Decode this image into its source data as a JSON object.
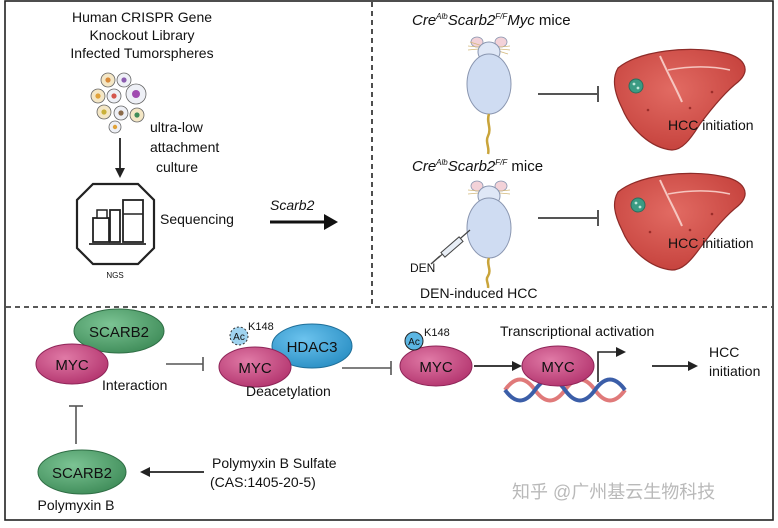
{
  "screening": {
    "title_lines": [
      "Human CRISPR Gene",
      "Knockout Library",
      "Infected Tumorspheres"
    ],
    "culture_lines": [
      "ultra-low",
      "attachment",
      "culture"
    ],
    "sequencing_label": "Sequencing",
    "ngs_label": "NGS",
    "hit_gene": "Scarb2"
  },
  "mouse_models": {
    "model1": {
      "cre": "Cre",
      "cre_sup": "Alb",
      "gene": "Scarb2",
      "gene_sup": "F/F",
      "extra": "Myc",
      "suffix": " mice",
      "outcome": "HCC initiation"
    },
    "model2": {
      "cre": "Cre",
      "cre_sup": "Alb",
      "gene": "Scarb2",
      "gene_sup": "F/F",
      "suffix": " mice",
      "outcome": "HCC initiation",
      "treatment": "DEN",
      "caption": "DEN-induced HCC"
    }
  },
  "mechanism": {
    "scarb2": "SCARB2",
    "myc": "MYC",
    "hdac3": "HDAC3",
    "ac": "Ac",
    "site": "K148",
    "interaction": "Interaction",
    "deacetylation": "Deacetylation",
    "transcription": "Transcriptional activation",
    "outcome_lines": [
      "HCC",
      "initiation"
    ]
  },
  "drug": {
    "name": "Polymyxin B Sulfate",
    "cas": "(CAS:1405-20-5)",
    "target": "SCARB2",
    "target_caption": "Polymyxin B"
  },
  "watermark": "知乎 @广州基云生物科技",
  "colors": {
    "scarb2_green": "#4fa26c",
    "myc_magenta": "#c8467f",
    "hdac3_blue": "#3aa3d8",
    "liver_red": "#d9554f",
    "mouse_body": "#cfdcf2",
    "inhibit_gray": "#555555"
  }
}
